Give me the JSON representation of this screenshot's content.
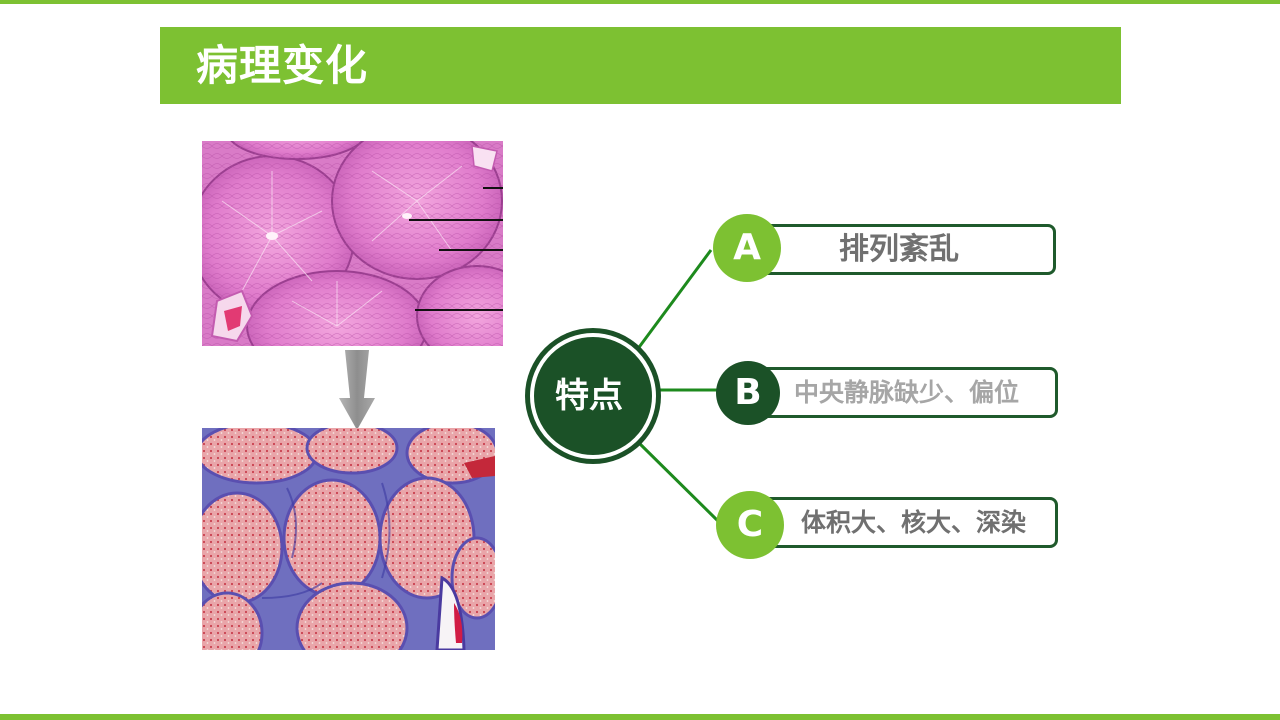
{
  "title": "病理变化",
  "colors": {
    "brand_green": "#7dc132",
    "dark_green": "#1b5127",
    "arrow_gray": "#9a9a9a",
    "item_text_dark": "#707070",
    "item_text_light": "#a6a6a6"
  },
  "center_node": {
    "label": "特点"
  },
  "items": [
    {
      "letter": "A",
      "text": "排列紊乱"
    },
    {
      "letter": "B",
      "text": "中央静脉缺少、偏位"
    },
    {
      "letter": "C",
      "text": "体积大、核大、深染"
    }
  ],
  "images": [
    {
      "name": "normal-liver-micrograph",
      "stain": "H&E"
    },
    {
      "name": "cirrhotic-liver-micrograph",
      "stain": "Masson trichrome"
    }
  ],
  "icons": [
    "down-arrow-icon"
  ]
}
